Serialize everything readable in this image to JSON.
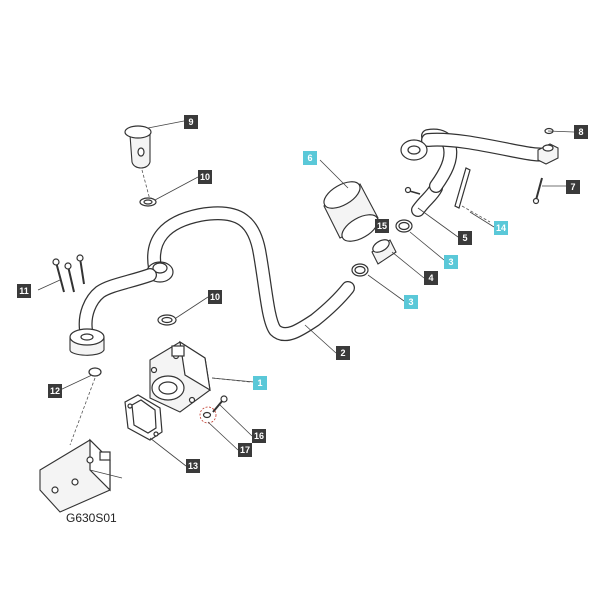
{
  "diagram": {
    "drawing_code": "G630S01",
    "callouts": [
      {
        "id": "c1",
        "label": "1",
        "style": "cyan"
      },
      {
        "id": "c2",
        "label": "2",
        "style": "dark"
      },
      {
        "id": "c3a",
        "label": "3",
        "style": "cyan"
      },
      {
        "id": "c3b",
        "label": "3",
        "style": "cyan"
      },
      {
        "id": "c4",
        "label": "4",
        "style": "dark"
      },
      {
        "id": "c5",
        "label": "5",
        "style": "dark"
      },
      {
        "id": "c6",
        "label": "6",
        "style": "cyan"
      },
      {
        "id": "c7",
        "label": "7",
        "style": "dark"
      },
      {
        "id": "c8",
        "label": "8",
        "style": "dark"
      },
      {
        "id": "c9",
        "label": "9",
        "style": "dark"
      },
      {
        "id": "c10a",
        "label": "10",
        "style": "dark"
      },
      {
        "id": "c10b",
        "label": "10",
        "style": "dark"
      },
      {
        "id": "c11",
        "label": "11",
        "style": "dark"
      },
      {
        "id": "c12",
        "label": "12",
        "style": "dark"
      },
      {
        "id": "c13",
        "label": "13",
        "style": "dark"
      },
      {
        "id": "c14",
        "label": "14",
        "style": "cyan"
      },
      {
        "id": "c15",
        "label": "15",
        "style": "dark"
      },
      {
        "id": "c16",
        "label": "16",
        "style": "dark"
      },
      {
        "id": "c17",
        "label": "17",
        "style": "dark"
      }
    ]
  }
}
